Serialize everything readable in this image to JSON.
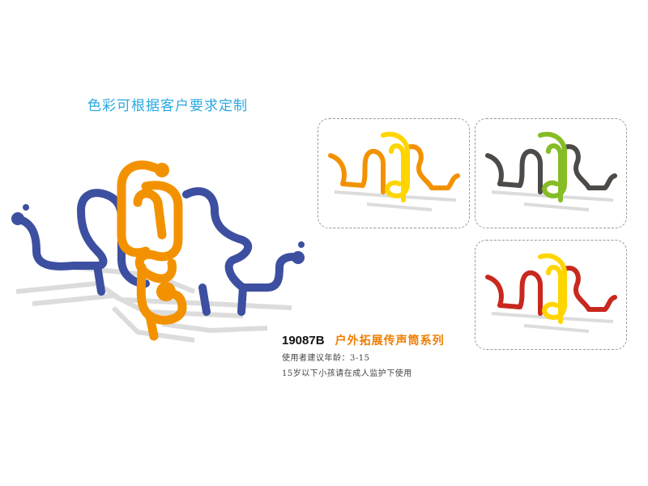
{
  "headline": "色彩可根据客户要求定制",
  "product": {
    "model": "19087B",
    "series_name": "户外拓展传声筒系列",
    "age_note": "使用者建议年龄：3-15",
    "supervision_note": "15岁以下小孩请在成人监护下使用"
  },
  "variants": [
    {
      "name": "orange-yellow",
      "side_color": "#f39200",
      "center_color": "#ffd500"
    },
    {
      "name": "gray-green",
      "side_color": "#4d4a48",
      "center_color": "#86bc25"
    },
    {
      "name": "red-yellow",
      "side_color": "#c8281e",
      "center_color": "#ffd500"
    }
  ],
  "main_colors": {
    "side": "#3d4fa0",
    "center": "#f39200",
    "shadow": "#dcdcdc"
  }
}
